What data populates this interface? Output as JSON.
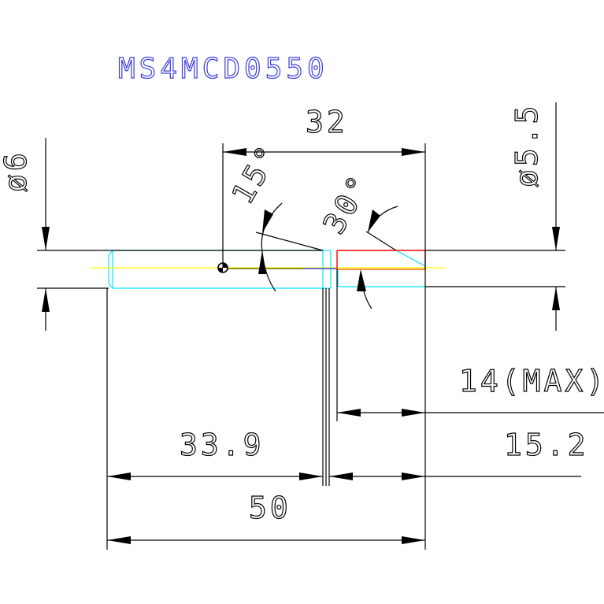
{
  "title": "MS4MCD0550",
  "dimensions": {
    "dia_left": "ø6",
    "dia_right": "ø5.5",
    "length_32": "32",
    "angle_15": "15°",
    "angle_30": "30°",
    "length_14max": "14(MAX)",
    "length_33_9": "33.9",
    "length_15_2": "15.2",
    "length_50": "50"
  },
  "colors": {
    "dimension": "#000000",
    "title": "#3b3bdf",
    "shank_outline": "#00e5ff",
    "centerline": "#ffff00",
    "tip_outline": "#ff0000",
    "tip_axis": "#ff8000"
  }
}
